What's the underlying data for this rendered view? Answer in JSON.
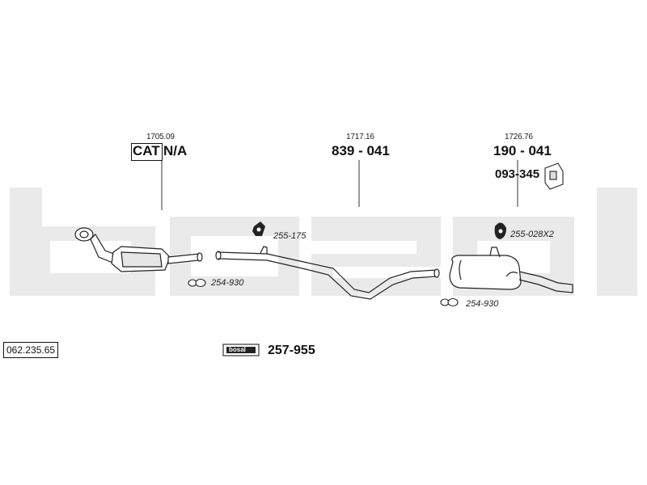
{
  "watermark": "bosal",
  "brand_label": "bosal",
  "reference": "062.235.65",
  "sections": [
    {
      "dimension": "1705.09",
      "part_prefix": "CAT",
      "part_suffix": "N/A"
    },
    {
      "dimension": "1717.16",
      "part_number": "839 - 041"
    },
    {
      "dimension": "1726.76",
      "part_number": "190 - 041"
    }
  ],
  "hanger_part": "093-345",
  "clamps": [
    {
      "label": "254-930"
    },
    {
      "label": "255-175"
    },
    {
      "label": "255-028X2"
    },
    {
      "label": "254-930"
    }
  ],
  "kit_part": "257-955",
  "colors": {
    "watermark": "#ececec",
    "line": "#333333"
  }
}
